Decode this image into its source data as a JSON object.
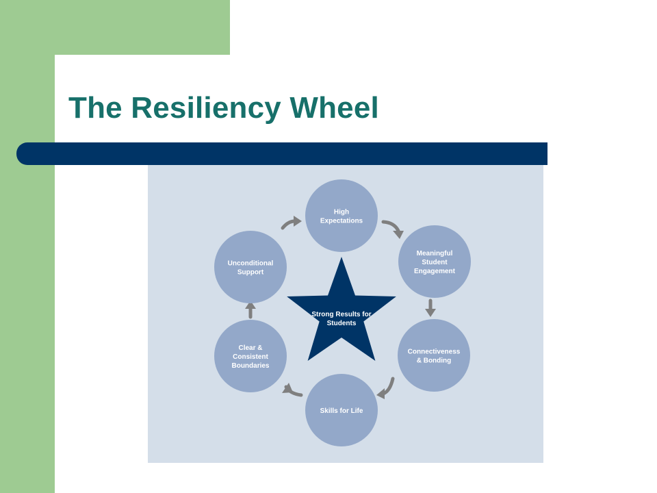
{
  "slide": {
    "title": "The Resiliency Wheel"
  },
  "diagram": {
    "center": {
      "lines": [
        "Strong Results for",
        "Students"
      ]
    },
    "nodes": [
      {
        "id": "high-expectations",
        "lines": [
          "High",
          "Expectations"
        ]
      },
      {
        "id": "meaningful-student-engagement",
        "lines": [
          "Meaningful",
          "Student",
          "Engagement"
        ]
      },
      {
        "id": "connectiveness-bonding",
        "lines": [
          "Connectiveness",
          "& Bonding"
        ]
      },
      {
        "id": "skills-for-life",
        "lines": [
          "Skills for Life"
        ]
      },
      {
        "id": "clear-consistent-boundaries",
        "lines": [
          "Clear &",
          "Consistent",
          "Boundaries"
        ]
      },
      {
        "id": "unconditional-support",
        "lines": [
          "Unconditional",
          "Support"
        ]
      }
    ]
  },
  "colors": {
    "green": "#9ecb92",
    "title": "#17706a",
    "navy": "#003466",
    "panel": "#d4dee9",
    "circle": "#93a8c9",
    "arrow": "#7f7f7f"
  }
}
